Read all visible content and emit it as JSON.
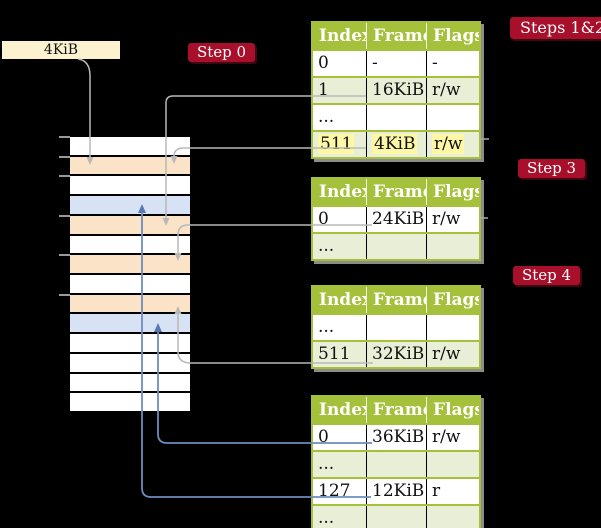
{
  "frame_box": {
    "label": "4KiB"
  },
  "steps": {
    "step0": "Step 0",
    "steps12": "Steps 1&2",
    "step3": "Step 3",
    "step4": "Step 4"
  },
  "tables": [
    {
      "headers": [
        "Index",
        "Frame",
        "Flags"
      ],
      "rows": [
        [
          "0",
          "-",
          "-"
        ],
        [
          "1",
          "16KiB",
          "r/w"
        ],
        [
          "...",
          "",
          ""
        ],
        [
          "511",
          "4KiB",
          "r/w"
        ]
      ],
      "highlighted_row": "511"
    },
    {
      "headers": [
        "Index",
        "Frame",
        "Flags"
      ],
      "rows": [
        [
          "0",
          "24KiB",
          "r/w"
        ],
        [
          "...",
          "",
          ""
        ]
      ]
    },
    {
      "headers": [
        "Index",
        "Frame",
        "Flags"
      ],
      "rows": [
        [
          "...",
          "",
          ""
        ],
        [
          "511",
          "32KiB",
          "r/w"
        ]
      ]
    },
    {
      "headers": [
        "Index",
        "Frame",
        "Flags"
      ],
      "rows": [
        [
          "0",
          "36KiB",
          "r/w"
        ],
        [
          "...",
          "",
          ""
        ],
        [
          "127",
          "12KiB",
          "r"
        ],
        [
          "...",
          "",
          ""
        ]
      ]
    }
  ],
  "memory": {
    "rows": [
      "memWhite",
      "memPeach",
      "memWhite",
      "memBlue",
      "memPeach",
      "memWhite",
      "memPeach",
      "memWhite",
      "memPeach",
      "memBlue",
      "memWhite",
      "memWhite",
      "memWhite",
      "memWhite"
    ]
  },
  "colors": {
    "background": "#000000",
    "tableGreen": "#a5c13c",
    "rowLightGreen": "#e9efd7",
    "rowWhite": "#ffffff",
    "highlightYellow": "#fdf7a6",
    "stepRed": "#a80f2b",
    "boxCream": "#fcf2d0",
    "memPeach": "#fbe3c8",
    "memBlue": "#d7e3f4",
    "memWhite": "#ffffff",
    "grayLine": "#b8b8b8",
    "blueLine": "#6d8cbf",
    "shadowGray": "#8c8c8c"
  }
}
